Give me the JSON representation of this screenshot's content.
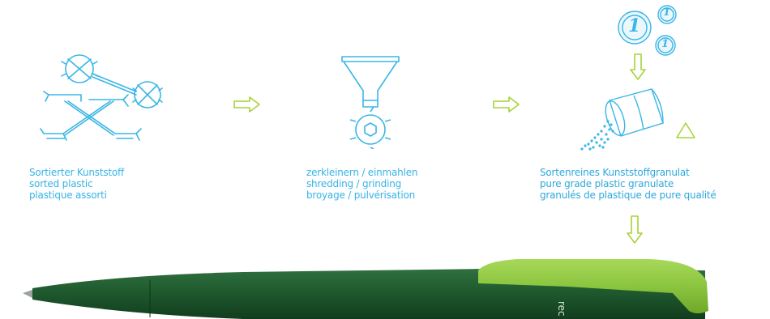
{
  "colors": {
    "sketch": "#3bb6e6",
    "arrow": "#a7d23a",
    "pen_body": "#1f5a2e",
    "pen_clip": "#8bc53f"
  },
  "steps": [
    {
      "icon": "sorted-plastic-icon",
      "caption": [
        "Sortierter Kunststoff",
        "sorted plastic",
        "plastique assorti"
      ]
    },
    {
      "icon": "funnel-shredder-icon",
      "caption": [
        "zerkleinern / einmahlen",
        "shredding / grinding",
        "broyage / pulvérisation"
      ]
    },
    {
      "icon": "granulate-jar-icon",
      "caption": [
        "Sortenreines Kunststoffgranulat",
        "pure grade plastic granulate",
        "granulés de plastique de pure qualité"
      ]
    }
  ],
  "coins": [
    "1",
    "1",
    "1"
  ],
  "pen": {
    "imprint": "rec"
  }
}
